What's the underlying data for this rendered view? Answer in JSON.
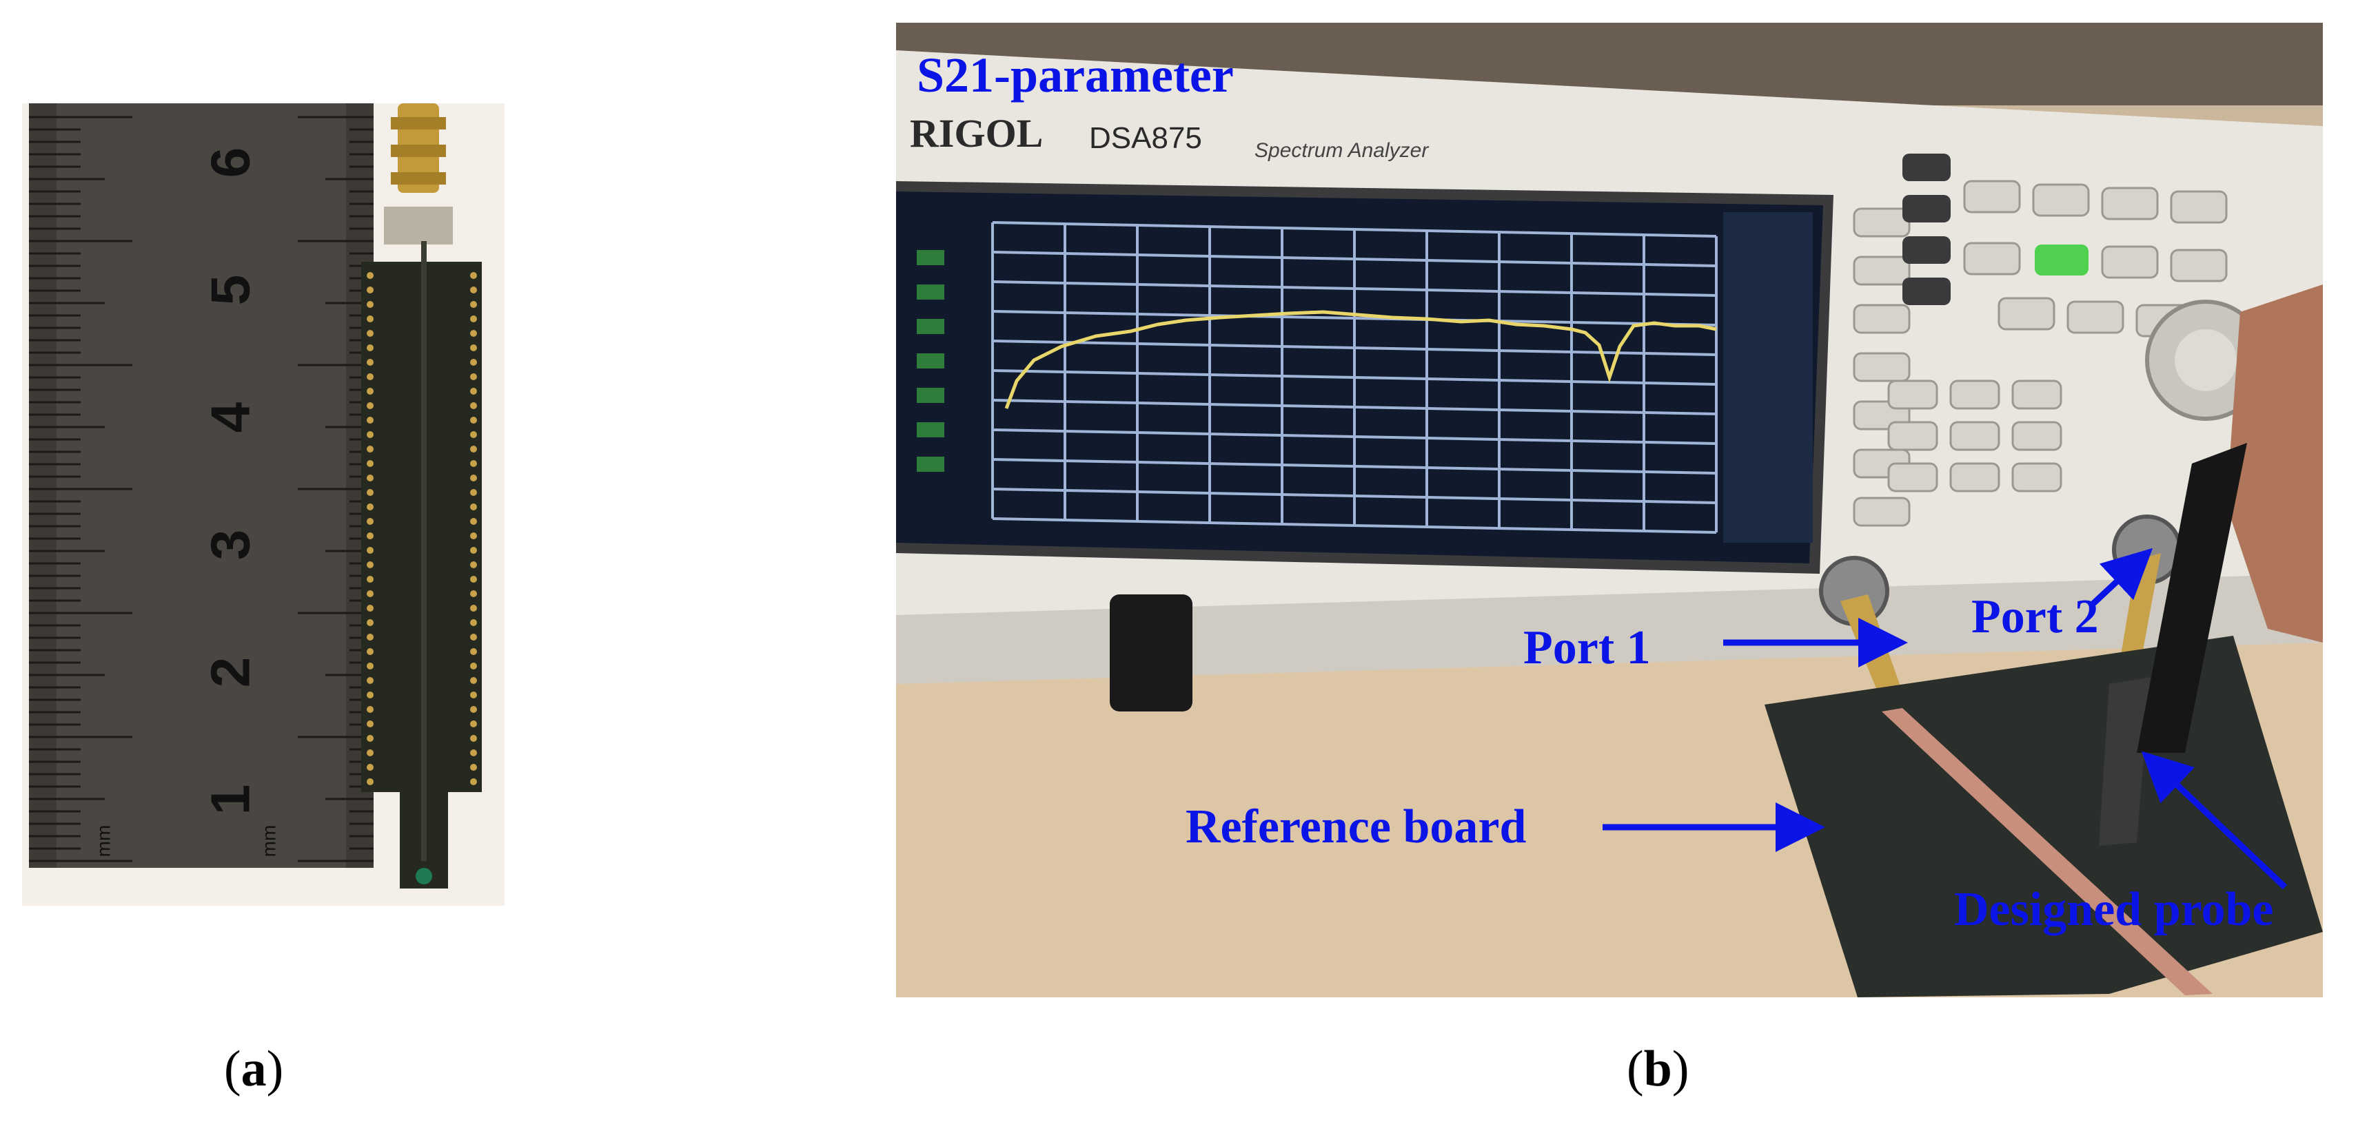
{
  "panels": {
    "a": {
      "caption_letter": "a",
      "ruler": {
        "numbers": [
          "6",
          "5",
          "4",
          "3",
          "2",
          "1"
        ],
        "unit": "mm"
      }
    },
    "b": {
      "caption_letter": "b",
      "instrument": {
        "brand": "RIGOL",
        "model": "DSA875",
        "subtitle": "Spectrum Analyzer"
      },
      "annotations": {
        "title": "S21-parameter",
        "port1": "Port 1",
        "port2": "Port 2",
        "reference_board": "Reference board",
        "designed_probe": "Designed probe"
      }
    }
  },
  "colors": {
    "annotation": "#0a14e6",
    "board": "#2b2f2c",
    "screen_bg": "#101a2c",
    "trace": "#e8d66a",
    "grid": "#9fb4d6"
  }
}
